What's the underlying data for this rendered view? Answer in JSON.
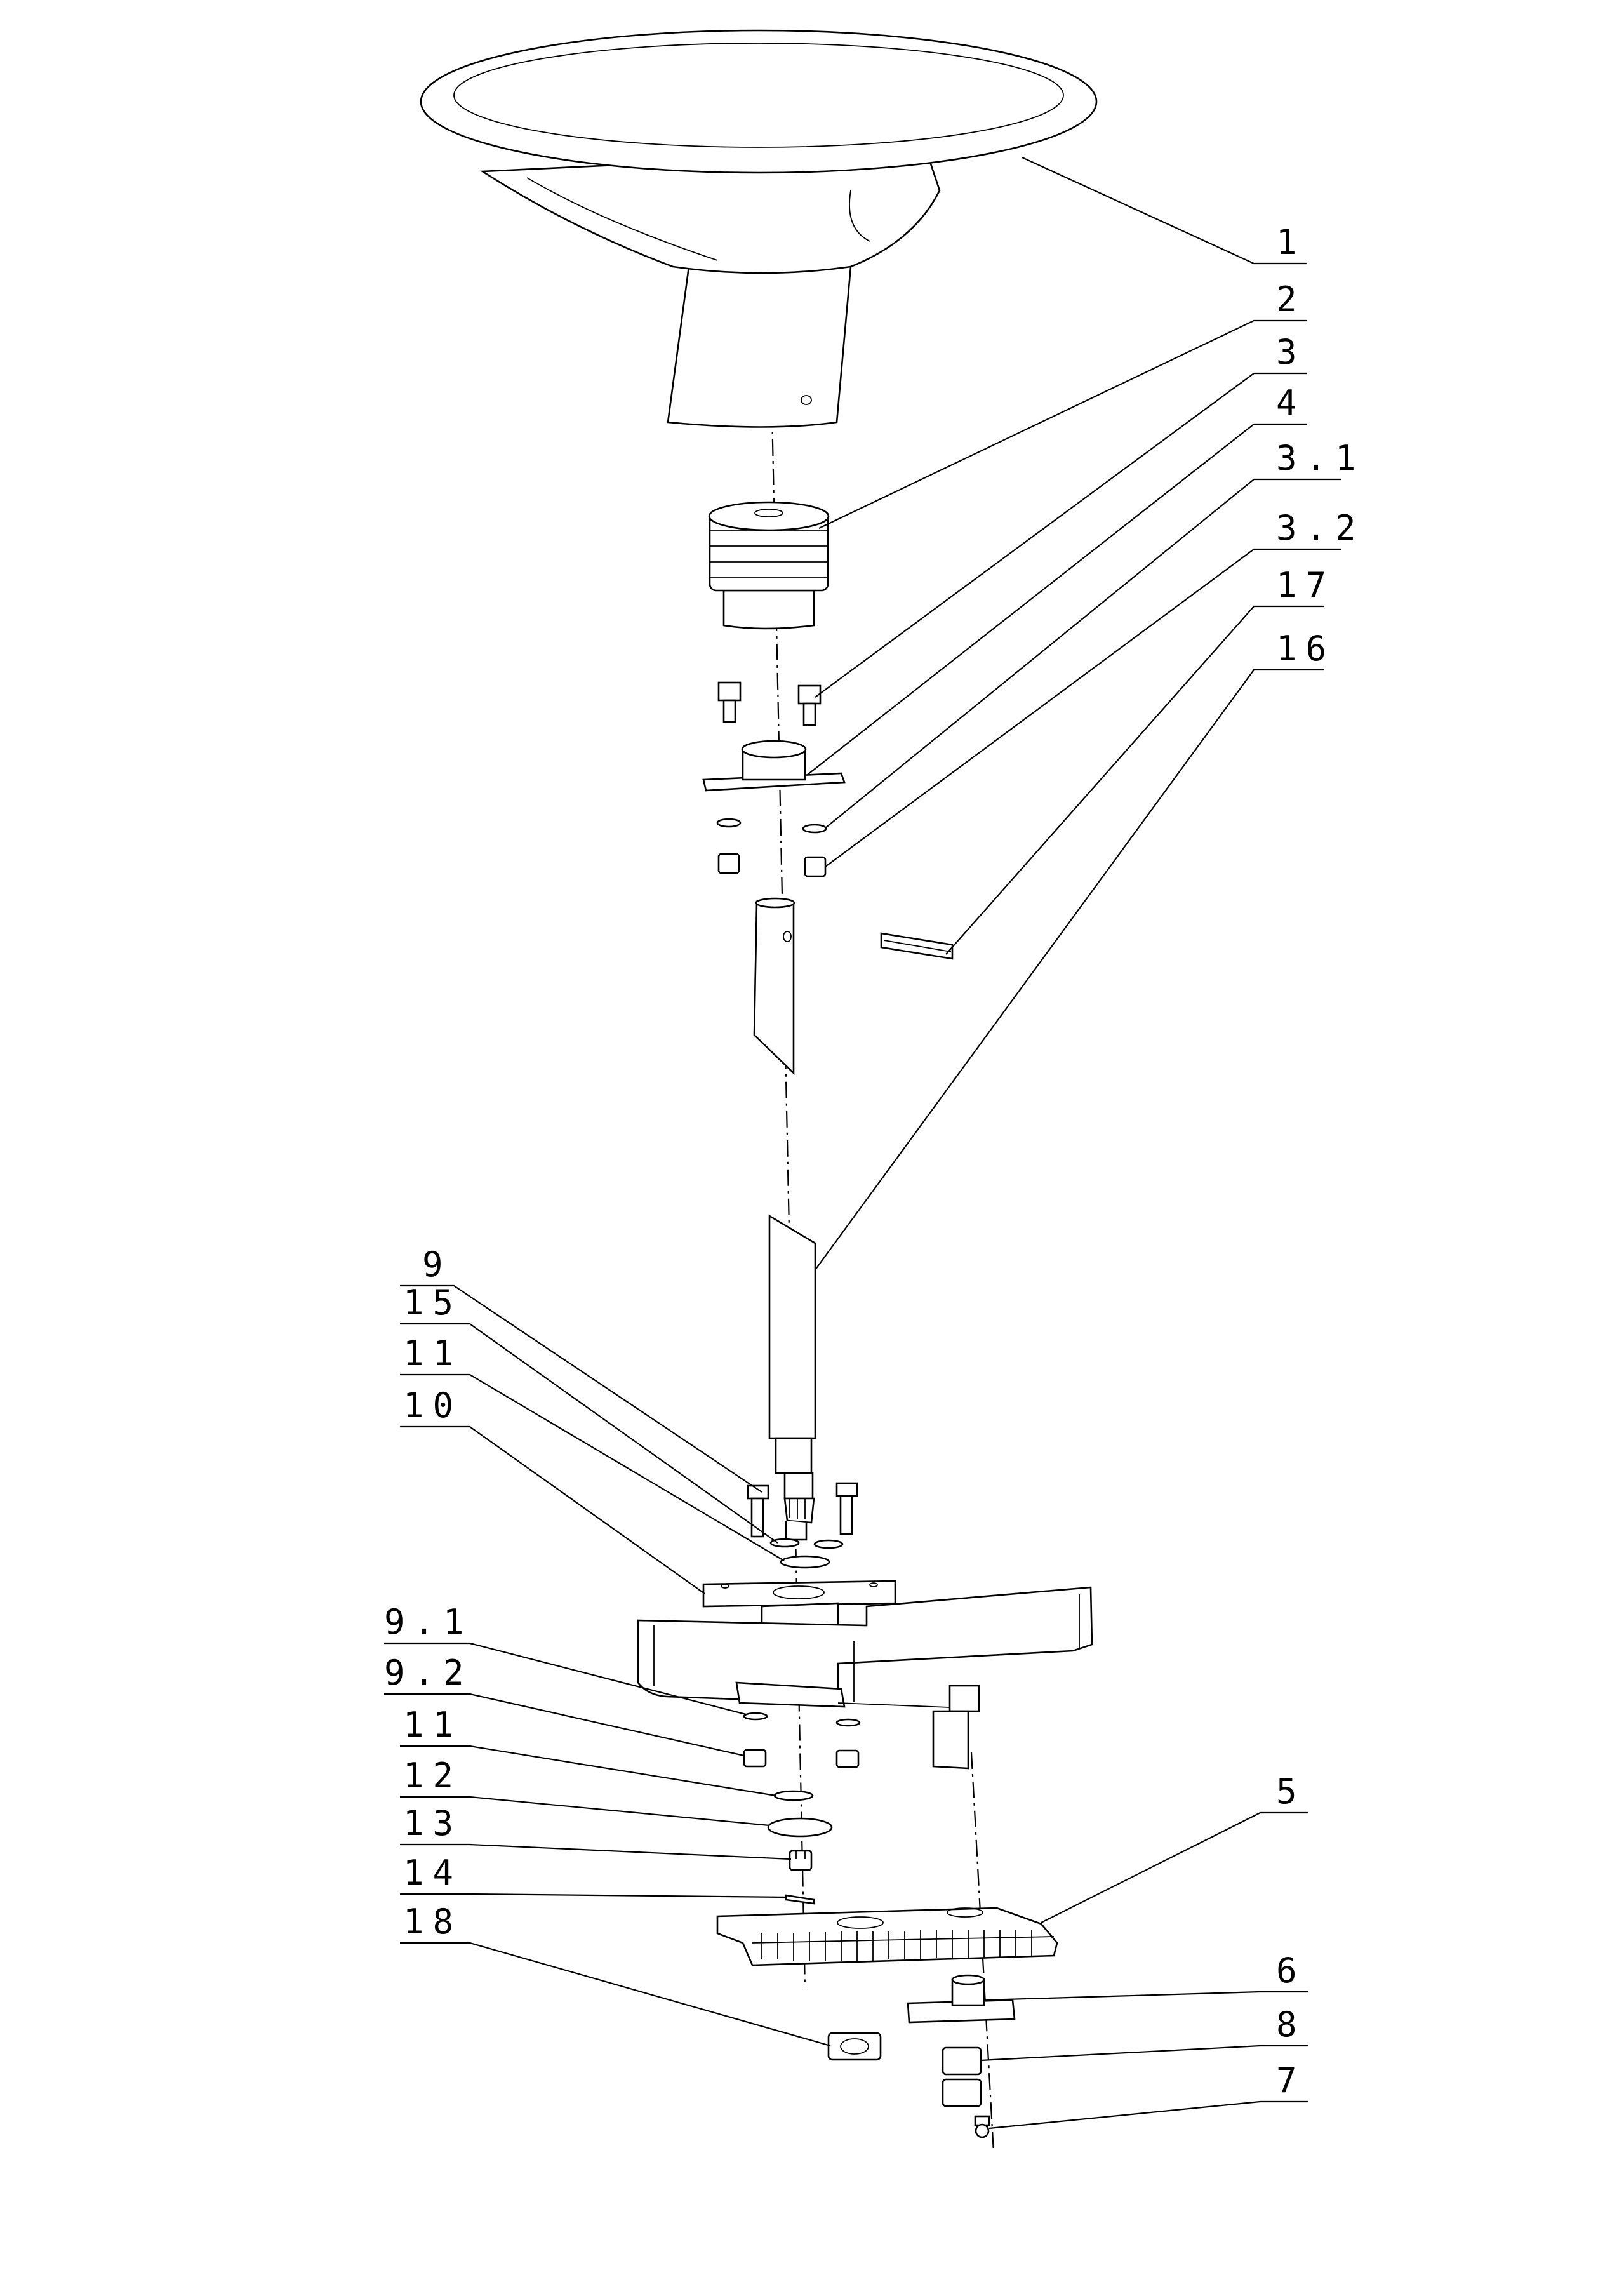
{
  "diagram": {
    "labels": {
      "p1": "1",
      "p2": "2",
      "p3": "3",
      "p4": "4",
      "p3_1": "3.1",
      "p3_2": "3.2",
      "p17": "17",
      "p16": "16",
      "p9": "9",
      "p15": "15",
      "p11a": "11",
      "p10": "10",
      "p9_1": "9.1",
      "p9_2": "9.2",
      "p11b": "11",
      "p12": "12",
      "p13": "13",
      "p14": "14",
      "p18": "18",
      "p5": "5",
      "p6": "6",
      "p8": "8",
      "p7": "7"
    }
  }
}
